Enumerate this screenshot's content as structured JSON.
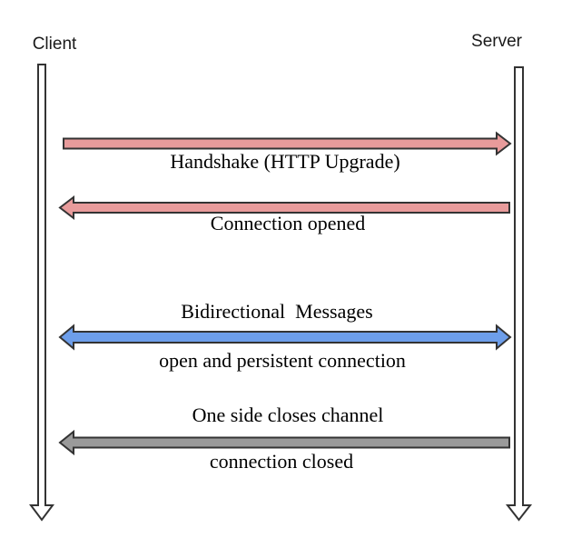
{
  "endpoints": {
    "client": "Client",
    "server": "Server"
  },
  "messages": [
    {
      "label": "Handshake (HTTP Upgrade)",
      "from": "client",
      "to": "server",
      "direction": "right",
      "color": "#e89b9b"
    },
    {
      "label": "Connection opened",
      "from": "server",
      "to": "client",
      "direction": "left",
      "color": "#e89b9b"
    },
    {
      "label": "Bidirectional  Messages",
      "sublabel": "open and persistent connection",
      "from": "both",
      "to": "both",
      "direction": "bidirectional",
      "color": "#6d9eea"
    },
    {
      "label": "One side closes channel",
      "sublabel": "connection closed",
      "from": "server",
      "to": "client",
      "direction": "left",
      "color": "#9a9a9a"
    }
  ],
  "colors": {
    "outline": "#333333",
    "lifeline_fill": "#ffffff",
    "background": "#ffffff",
    "text": "#000000"
  }
}
